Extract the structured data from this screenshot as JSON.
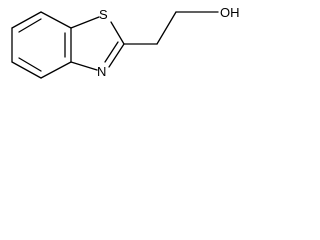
{
  "molecule": {
    "atoms": {
      "sulfur": "S",
      "nitrogen": "N",
      "hydroxyl": "OH"
    },
    "colors": {
      "ink": "#000000",
      "background": "#ffffff"
    }
  }
}
